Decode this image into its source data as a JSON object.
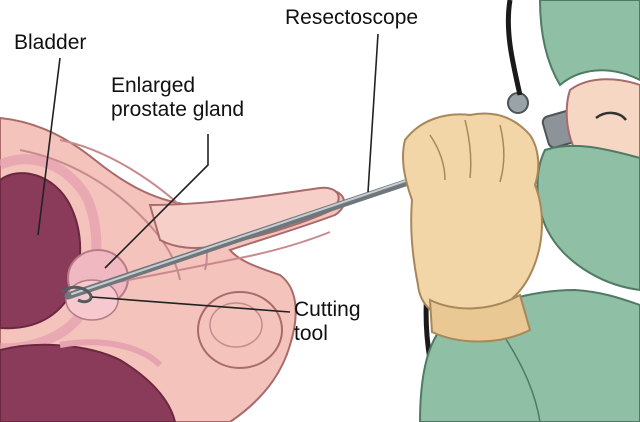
{
  "labels": {
    "bladder": "Bladder",
    "prostate_line1": "Enlarged",
    "prostate_line2": "prostate gland",
    "resectoscope": "Resectoscope",
    "cutting_tool_line1": "Cutting",
    "cutting_tool_line2": "tool"
  },
  "colors": {
    "skin": "#f3c3bc",
    "skin_outline": "#a86a6a",
    "bladder_interior": "#8a3b5a",
    "prostate": "#f0b8c0",
    "scrubs": "#8fbfa5",
    "glove": "#f2d6a8",
    "instrument": "#9aa3a8",
    "cable": "#1a1a1a"
  },
  "icons": [
    "resectoscope-illustration",
    "surgeon-illustration",
    "anatomy-illustration"
  ]
}
